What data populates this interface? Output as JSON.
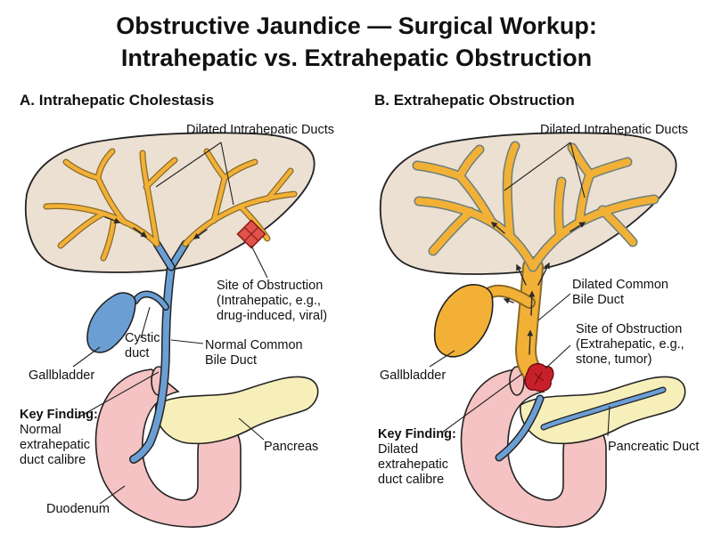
{
  "title": {
    "line1": "Obstructive Jaundice — Surgical Workup:",
    "line2": "Intrahepatic vs. Extrahepatic Obstruction"
  },
  "panel_a": {
    "heading": "A. Intrahepatic Cholestasis",
    "dilated_ducts": "Dilated Intrahepatic Ducts",
    "obstruction_1": "Site of Obstruction",
    "obstruction_2": "(Intrahepatic, e.g.,",
    "obstruction_3": "drug-induced, viral)",
    "cystic_1": "Cystic",
    "cystic_2": "duct",
    "cbd_1": "Normal Common",
    "cbd_2": "Bile Duct",
    "gallbladder": "Gallbladder",
    "key_title": "Key Finding:",
    "key_1": "Normal",
    "key_2": "extrahepatic",
    "key_3": "duct calibre",
    "pancreas": "Pancreas",
    "duodenum": "Duodenum"
  },
  "panel_b": {
    "heading": "B. Extrahepatic Obstruction",
    "dilated_ducts": "Dilated Intrahepatic Ducts",
    "cbd_1": "Dilated Common",
    "cbd_2": "Bile Duct",
    "obstruction_1": "Site of Obstruction",
    "obstruction_2": "(Extrahepatic, e.g.,",
    "obstruction_3": "stone, tumor)",
    "gallbladder": "Gallbladder",
    "key_title": "Key Finding:",
    "key_1": "Dilated",
    "key_2": "extrahepatic",
    "key_3": "duct calibre",
    "pancreatic_duct": "Pancreatic Duct"
  },
  "colors": {
    "liver": "#ece0d2",
    "bile": "#f2b136",
    "normal_duct": "#6b9fd4",
    "duodenum": "#f5c3c3",
    "pancreas": "#f7efba",
    "obstruction_a": "#e0524a",
    "obstruction_b": "#c8202a"
  }
}
